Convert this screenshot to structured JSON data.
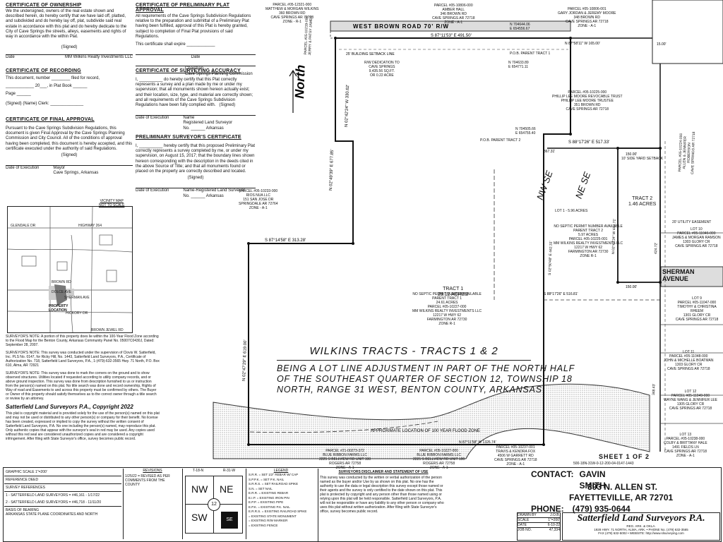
{
  "certificates": {
    "ownership": {
      "title": "CERTIFICATE OF OWNERSHIP",
      "body": "We the undersigned, owners of the real estate shown and described herein, do hereby certify that we have laid off, platted, and subdivided and do hereby lay off, plat, subdivide said real estate in accordance with this plat and do hereby dedicate to the City of Cave Springs the streets, alleys, easements and rights of way in accordance with the within Plat.",
      "signed": "(Signed)",
      "date": "Date",
      "company": "MM Wilkins Realty Investments LLC"
    },
    "recording": {
      "title": "CERTIFICATE OF RECORDING",
      "line1": "This document, number ________ filed for record,",
      "line2": "____________ 20___, in Plat Book ______",
      "line3": "Page ______",
      "line4": "(Signed) (Name) Clerk: ______________"
    },
    "final": {
      "title": "CERTIFICATE OF FINAL APPROVAL",
      "body": "Pursuant to the Cave Springs Subdivision Regulations, this document is given Final Approval by the Cave Springs Planning Commission and City Council. All of the conditions of approval having been completed, this document is hereby accepted, and this certificate executed under the authority of said Regulations.",
      "signed": "(Signed)",
      "date": "Date of Execution",
      "mayor": "Mayor\nCave Springs, Arkansas"
    },
    "preliminary_plat": {
      "title": "CERTIFICATE OF PRELIMINARY PLAT APPROVAL",
      "body": "All requirements of the Cave Springs Subdivision Regulations relative to the preparation and submittal of a Preliminary Plat having been fulfilled, approval of this Plat is hereby granted, subject to completion of Final Plat provisions of said Regulations.",
      "expire": "This certificate shall expire ____________",
      "date": "Date",
      "chairman": "Chairman\nCave Springs Planning Commission"
    },
    "surveying": {
      "title": "CERTIFICATE OF SURVEYING ACCURACY",
      "body": "I, __________ do hereby certify that this Plat correctly represents a survey and a plan made by me or under my supervision; that all monuments shown hereon actually exist; and their location, size, type, and material are correctly shown; and all requirements of the Cave Springs Subdivision Regulations have been fully complied with.   (Signed)",
      "date": "Date of Execution",
      "surveyor": "Name\nRegistered Land Surveyor\nNo. ______ Arkansas"
    },
    "preliminary_surveyor": {
      "title": "PRELIMINARY SURVEYOR'S CERTIFICATE",
      "body": "I, __________ hereby certify that this proposed Preliminary Plat correctly represents a survey completed by me, or under my supervision, on August 15, 2017; that the boundary lines shown hereon corresponding with the description in the deeds cited in the above Source of Title; and that all monuments found or placed on the property are correctly described and located.",
      "signed": "(Signed)",
      "date": "Date of Execution",
      "surveyor": "Name-Registered Land Surveyor\nNo. ______ Arkansas"
    }
  },
  "vicinity_map": {
    "title": "VICINITY MAP\nNOT TO SCALE",
    "property": "PROPERTY\nLOCATION",
    "roads": [
      "GLENDALE DR",
      "HIGHWAY 264",
      "BROWN RD",
      "SHERMAN AVE",
      "DOLCE AVE",
      "BROWN JEWEL RD",
      "HICKORY DR"
    ]
  },
  "notes": {
    "note1": "SURVEYOR'S NOTE: A portion of this property does lie within the 100-Year Flood Zone according to the Flood Map for the Benton County, Arkansas Community Panel No. 05007C0430J, Dated: September 28, 2007.",
    "note2": "SURVEYOR'S NOTE: This survey was conducted under the supervision of Clovis W. Satterfield, Inc. PLS No. 0147, for Ricky Hill, No. 1443, Satterfield Land Surveyors, P.A., Certificate of Authorization No. 718, Satterfield Land Surveyors, P.A., 1-(479)-632-3565 Hwy. 71 North, P.O. Box 610, Alma, AR 72921",
    "note3": "SURVEYOR'S NOTE: This survey was done to mark the corners on the ground and to show observed structures. Utilities located if requested according to utility company records, and or above ground inspection. This survey was done from description furnished to us or instruction from the person(s) named on this plat. No title search was done and record ownership, Rights of Way of road and Easements to and across this property must be confirmed by others. The Buyer or Owner of this property should satisfy themselves as to the correct owner through a title search or review by an attorney.",
    "copyright_title": "Satterfield Land Surveyors P.A., Copyright 2022",
    "copyright_body": "This plat is copyright material and is provided solely for the use of the person(s) named on this plat and may not be used or distributed to any other person(s) or company for their benefit. No license has been created, expressed or implied to copy the survey without the written consent of Satterfield Land Surveyors, P.A. No one including the person(s) named, may reproduce this plat. Only authentic copies that appear with the surveyor's seal in red may be used. Any copies used without this red seal are considered unauthorized copies and are considered a copyright infringement. After filing with State Surveyor's office, survey becomes public record."
  },
  "parcels": {
    "p1": "PARCEL #05-12321-000\nMATTHEW & MORGAN WILKINS\n360 BROWN RD\nCAVE SPRINGS AR 72718\nZONE - R-1",
    "p2": "PARCEL #05-10806-000\nAMBER HALL\n346 BROWN RD\nCAVE SPRINGS AR 72718\nZONE - A-1",
    "p3": "PARCEL #05-10806-001\nGARY JORDAN & JEREMY MOORE\n348 BROWN RD\nCAVE SPRINGS AR 72718\nZONE - A-1",
    "p4": "PARCEL #05-10225-000\nPHILLIP LEE MOORE REVOCABLE TRUST\nPHILLIP LEE MOORE TRUSTEE\n351 BROWN RD\nCAVE SPRINGS AR 72718",
    "p5": "PARCEL #05-10233-000\nRIOS NUA LLC\n151 SAN JOSE DR\nSPRINGDALE AR 72764\nZONE - A-1",
    "p6": "PARCEL #05-10219-000\nJERRY & PATSY JAMES",
    "p7": "PARCEL #05-10224-000\nALLEN & JENNIFER ROBERSON\nCAVE SPRINGS AR 72718",
    "p8": "PARCEL #05-10227-000\nBLUE RIBBON FARMS LLC\n2225 S BELLVIEW RD UNIT 100\nROGERS AR 72758\nZONE - A-1",
    "p9": "PARCEL #21-00273-372\nBLUE RIBBON FARMS LLC\n2225 S BELLVIEW RD UNIT 100\nROGERS AR 72758\nZONE - A-1",
    "p10": "PARCEL #05-10237-001\nTRAVIS & KENDRA FOX\n4506 W GARRETT RD\nCAVE SPRINGS AR 72718\nZONE - A-1",
    "lot10": "LOT 10\nPARCEL #05-11046-000\nJAMES & MORGAN RAMSON\n1303 GLORY CR\nCAVE SPRINGS AR 72718",
    "lot9": "LOT 9\nPARCEL #05-11047-000\nTIMOTHY & CHRISTINA RHEEM\n1301 GLORY CR\nCAVE SPRINGS AR 72718",
    "lot11": "LOT 11\nPARCEL #05-11048-000\nJOHN & MICHELLE BOATMAN\n1303 GLORY CR\nCAVE SPRINGS AR 72718",
    "lot12": "LOT 12\nPARCEL #05-11049-000\nWAYNE WANG & JENNIFER LEE\n1305 GLORY CR\nCAVE SPRINGS AR 72718",
    "lot13": "LOT 13\nPARCEL #05-10238-000\nCOLBY & BRITTANY HALE\n1491 FIELDS LN\nCAVE SPRINGS AR 72718\nZONE - A-1"
  },
  "roads": {
    "west_brown": "WEST BROWN ROAD 70' R/W",
    "sherman": "SHERMAN\nAVENUE",
    "north": "North"
  },
  "tracts": {
    "tract1": "TRACT 1\n29.12 ACRES",
    "parent1": "NO SEPTIC PERMIT NUMBER AVAILABLE\nPARENT TRACT 1\n24.61 ACRES\nPARCEL #05-10227-000\nMM WILKINS REALTY INVESTMENTS LLC\n12217 W HWY 62\nFARMINGTON AR 72730\nZONE R-1",
    "parent2": "NO SEPTIC PERMIT NUMBER AVAILABLE\nPARENT TRACT 2\n5.97 ACRES\nPARCEL #05-10225-001\nMM WILKINS REALTY INVESTMENTS LLC\n12217 W HWY 62\nFARMINGTON AR 72730\nZONE R-1",
    "tract2": "TRACT 2\n1.46 ACRES",
    "nw_se": "NW SE",
    "ne_se": "NE SE",
    "lot1": "LOT 1 - 5.96 ACRES",
    "row": "R/W DEDICATION TO\nCAVE SPRINGS\n9,435.56 SQ.FT.\nOR 0.22 ACRE",
    "flood": "APPROXIMATE LOCATION OF 100 YEAR FLOOD ZONE",
    "pob1": "P.O.B. PARENT TRACT 1",
    "pob2": "P.O.B. PARENT TRACT 2",
    "setback": "25' BUILDING SETBACK LINE",
    "utility": "20' UTILITY EASEMENT",
    "sideyard": "10' SIDE YARD SETBACK"
  },
  "bearings": {
    "b1": "S 87°11'53\" E 491.50'",
    "b2": "S 88°17'26\" E 517.33'",
    "b3": "S 87°14'58\" E 313.28'",
    "b4": "N 02°42'24\" W 330.62'",
    "b5": "N 02°49'39\" E 677.85'",
    "b6": "N 02°47'29\" E 619.00'",
    "b7": "S 88°17'26\" E 516.81'",
    "b8": "N 87°58'11\" W 165.00'",
    "b9": "S 02°50'48\" E 442.31'",
    "b10": "N 87°11'58\" W 1326.74'",
    "b11": "367.31'",
    "b12": "150.00'",
    "b13": "424.72'",
    "b14": "348.43'",
    "b15": "15.00'",
    "b16": "N 02°42'24\" W 442.71'",
    "coord1": "N 704644.06\nE 654556.67",
    "coord2": "N 704633.89\nE 654771.11",
    "coord3": "N 704505.66\nE 654755.40"
  },
  "title_block": {
    "title": "WILKINS TRACTS - TRACTS 1 & 2",
    "subtitle": "BEING A LOT LINE ADJUSTMENT IN PART OF THE NORTH HALF\nOF THE SOUTHEAST QUARTER OF SECTION 12, TOWNSHIP 18\nNORTH, RANGE 31 WEST, BENTON COUNTY, ARKANSAS"
  },
  "sheet": {
    "label": "SHEET 1 OF 2",
    "file": "500-18N-31W-0-12-200-04-0147-1443"
  },
  "contact": {
    "label": "CONTACT:",
    "name": "GAVIN SMITH",
    "address1": "393 N. ALLEN ST.",
    "address2": "FAYETTEVILLE, AR 72701",
    "phone_label": "PHONE:",
    "phone": "(479) 935-0644"
  },
  "disclaimer": {
    "title": "SURVEYORS DISCLAIMER AND STATEMENT OF USE",
    "body": "This survey was conducted by the written or verbal authorization of the person named as the buyer and/or Use by as shown on this plat. No one has the authority to use the data or legal description this survey except those named or their agents and the survey is only certified to the date shown on this plat. This plat is protected by copyright and any person other than those named using or relying upon this plat will be held responsible. Satterfield Land Surveyors, P.A. will not be responsible or have any liability to any other person or company who uses this plat without written authorization. After filing with State Surveyor's office, survey becomes public record."
  },
  "legend": {
    "title": "LEGEND",
    "items": [
      "S.R.R. = SET 1/2\" REBAR W/ CAP",
      "S.P.P.K. = SET P.K. NAIL",
      "S.R.R.S. = SET RAILROAD SPIKE",
      "S.N. = SET NAIL",
      "E.R.R. = EXISTING REBAR",
      "E.I.P. = EXISTING IRON PIN",
      "E.P.P. = EXISTING PIPE",
      "E.P.K. = EXISTING P.K. NAIL",
      "E.R.R.S. = EXISTING RAILROAD SPIKE",
      "= EXISTING STATE MONUMENT",
      "= EXISTING R/W MARKER",
      "= EXISTING FENCE"
    ]
  },
  "section_grid": {
    "t": "T-18-N",
    "r": "R-31-W",
    "nw": "NW",
    "ne": "NE",
    "sw": "SW",
    "se": "SE",
    "num": "12"
  },
  "revisions": {
    "title": "REVISIONS",
    "row1": "1/25/22 = REVISED AS PER COMMENTS FROM THE COUNTY"
  },
  "references": {
    "scale": "GRAPHIC SCALE 1\"=200'",
    "deed": "REFERENCE DEED",
    "survey_ref": "SURVEY REFERENCES",
    "r1": "1 - SATTERFIELD LAND SURVEYORS = #46,161 - 1/17/22",
    "r2": "2 - SATTERFIELD LAND SURVEYORS = #46,718 - 11/11/20",
    "basis": "BASIS OF BEARING\nARKANSAS STATE PLANE COORDINATES AND NORTH"
  },
  "job": {
    "drawn": "J.O.B.",
    "scale": "1\"=200'",
    "date": "6-10-22",
    "job_no": "47,334",
    "drawn_label": "DRAWN BY",
    "scale_label": "SCALE",
    "date_label": "DATE",
    "job_label": "JOB NO."
  },
  "firm": {
    "name": "Satterfield Land Surveyors P.A.",
    "sub": "REG. ARK. & OKLA.",
    "addr": "1928 HWY. 71 NORTH, ALMA, ARK. • PHONE No. (479) 632-3565\nFAX (479) 632-5002 • WEBSITE: http://www.slsurveying.com"
  }
}
